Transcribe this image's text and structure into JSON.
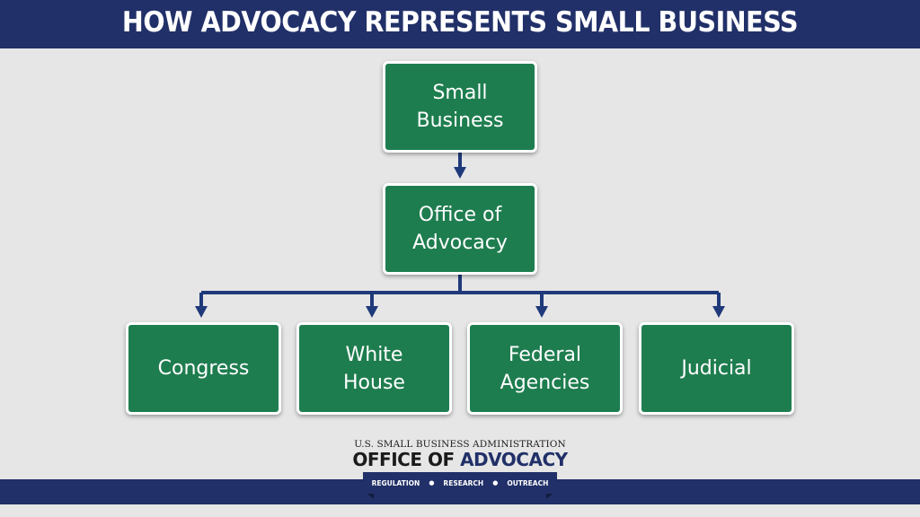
{
  "header": {
    "title": "HOW ADVOCACY REPRESENTS SMALL BUSINESS"
  },
  "diagram": {
    "top_node": "Small\nBusiness",
    "middle_node": "Office of\nAdvocacy",
    "branches": [
      "Congress",
      "White\nHouse",
      "Federal\nAgencies",
      "Judicial"
    ]
  },
  "logo": {
    "agency": "U.S. SMALL BUSINESS ADMINISTRATION",
    "office_part1": "OFFICE OF ",
    "office_part2": "ADVOCACY",
    "tagline": [
      "REGULATION",
      "RESEARCH",
      "OUTREACH"
    ],
    "separator": "●"
  },
  "colors": {
    "header_bg": "#213068",
    "node_fill": "#1e7d4f",
    "connector": "#1f3a7a",
    "background": "#e6e6e6"
  }
}
